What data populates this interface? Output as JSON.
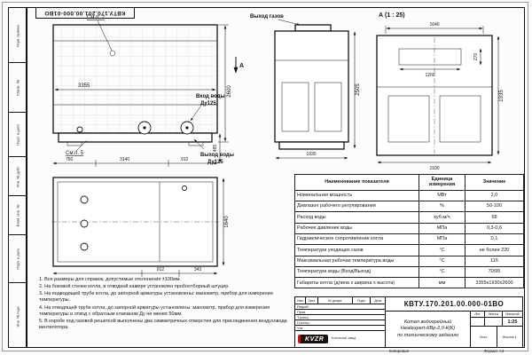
{
  "frame": {
    "top_stamp": "КВТУ.170.201.00.000-01ВО",
    "margin_labels": [
      "Перв. примен.",
      "Справ. №",
      "Подп. и дата",
      "Инв. № дубл.",
      "Взам. инв. №",
      "Подп. и дата",
      "Инв. № подл."
    ],
    "copied_label": "Копировал",
    "format_label": "Формат А3"
  },
  "views": {
    "front": {
      "callout_top": "См.п. 2",
      "callout_bottom": "См.п. 5",
      "section_letter": "А",
      "dim_length": "3355",
      "dim_height": "2600",
      "dim_750": "750",
      "dim_3140": "3140",
      "dim_912": "912",
      "dim_465": "465",
      "water_in_1": "Вход воды",
      "water_in_2": "Ду125",
      "water_out_1": "Выход воды",
      "water_out_2": "Ду125"
    },
    "side": {
      "gas_label": "Выход газов",
      "dim_height": "2505",
      "dim_width": "1930"
    },
    "detail": {
      "title": "А (1 : 25)",
      "dim_top": "1640",
      "dim_opening": "1200",
      "dim_270": "270",
      "dim_height": "1935",
      "dim_bottom": "1930"
    },
    "plan": {
      "dim_height": "1640",
      "dim_912": "912",
      "dim_343": "343"
    }
  },
  "spec_table": {
    "headers": [
      "Наименование показателя",
      "Единица измерения",
      "Значение"
    ],
    "rows": [
      [
        "Номинальная мощность",
        "МВт",
        "2,0"
      ],
      [
        "Диапазон рабочего регулирования",
        "%",
        "50-100"
      ],
      [
        "Расход воды",
        "куб.м/ч",
        "68"
      ],
      [
        "Рабочее давление воды",
        "МПа",
        "0,3-0,6"
      ],
      [
        "Гидравлическое сопротивление котла",
        "МПа",
        "0,1"
      ],
      [
        "Температура уходящих газов",
        "°С",
        "не более 220"
      ],
      [
        "Максимальная рабочая температура воды",
        "°С",
        "115"
      ],
      [
        "Температура воды (Вход/Выход)",
        "°С",
        "70/95"
      ],
      [
        "Габариты котла (длина х ширина х высота)",
        "мм",
        "3355х1930х2600"
      ]
    ]
  },
  "notes": [
    "1. Все размеры для справок, допустимые отклонения ±100мм.",
    "2. На боковой стенке котла, в отводной камере установлен пробоотборный штуцер.",
    "3. На подводящей трубе котла, до запорной арматуры установлены: манометр, прибор для измерения температуры.",
    "4. На отводящей трубе котла, до запорной арматуры установлены: манометр, прибор для измерения температуры и отвод с обратным клапаном Ду не менее 50мм.",
    "5. В коробе под газовой решеткой выполнены два симметричных отверстия для присоединения воздуховода вентилятора."
  ],
  "title_block": {
    "doc_number": "КВТУ.170.201.00.000-01ВО",
    "header_cols": [
      "Изм",
      "Лист",
      "№ докум.",
      "Подп.",
      "Дата"
    ],
    "sig_rows": [
      "Разраб.",
      "Пров.",
      "Т.контр.",
      "Н.контр.",
      "Утв."
    ],
    "product": [
      "Котел водогрейный",
      "Heatexpert-КВр-2,0-К(К)",
      "по техническому заданию"
    ],
    "lit_label": "Лит.",
    "mass_label": "Масса",
    "scale_label": "Масштаб",
    "scale_value": "1:25",
    "sheet_label": "Лист",
    "sheets_label": "Листов 1",
    "logo_text": "KVZR",
    "logo_sub": "Котельный завод"
  },
  "colors": {
    "line": "#141414",
    "accent_red": "#c0181c"
  }
}
